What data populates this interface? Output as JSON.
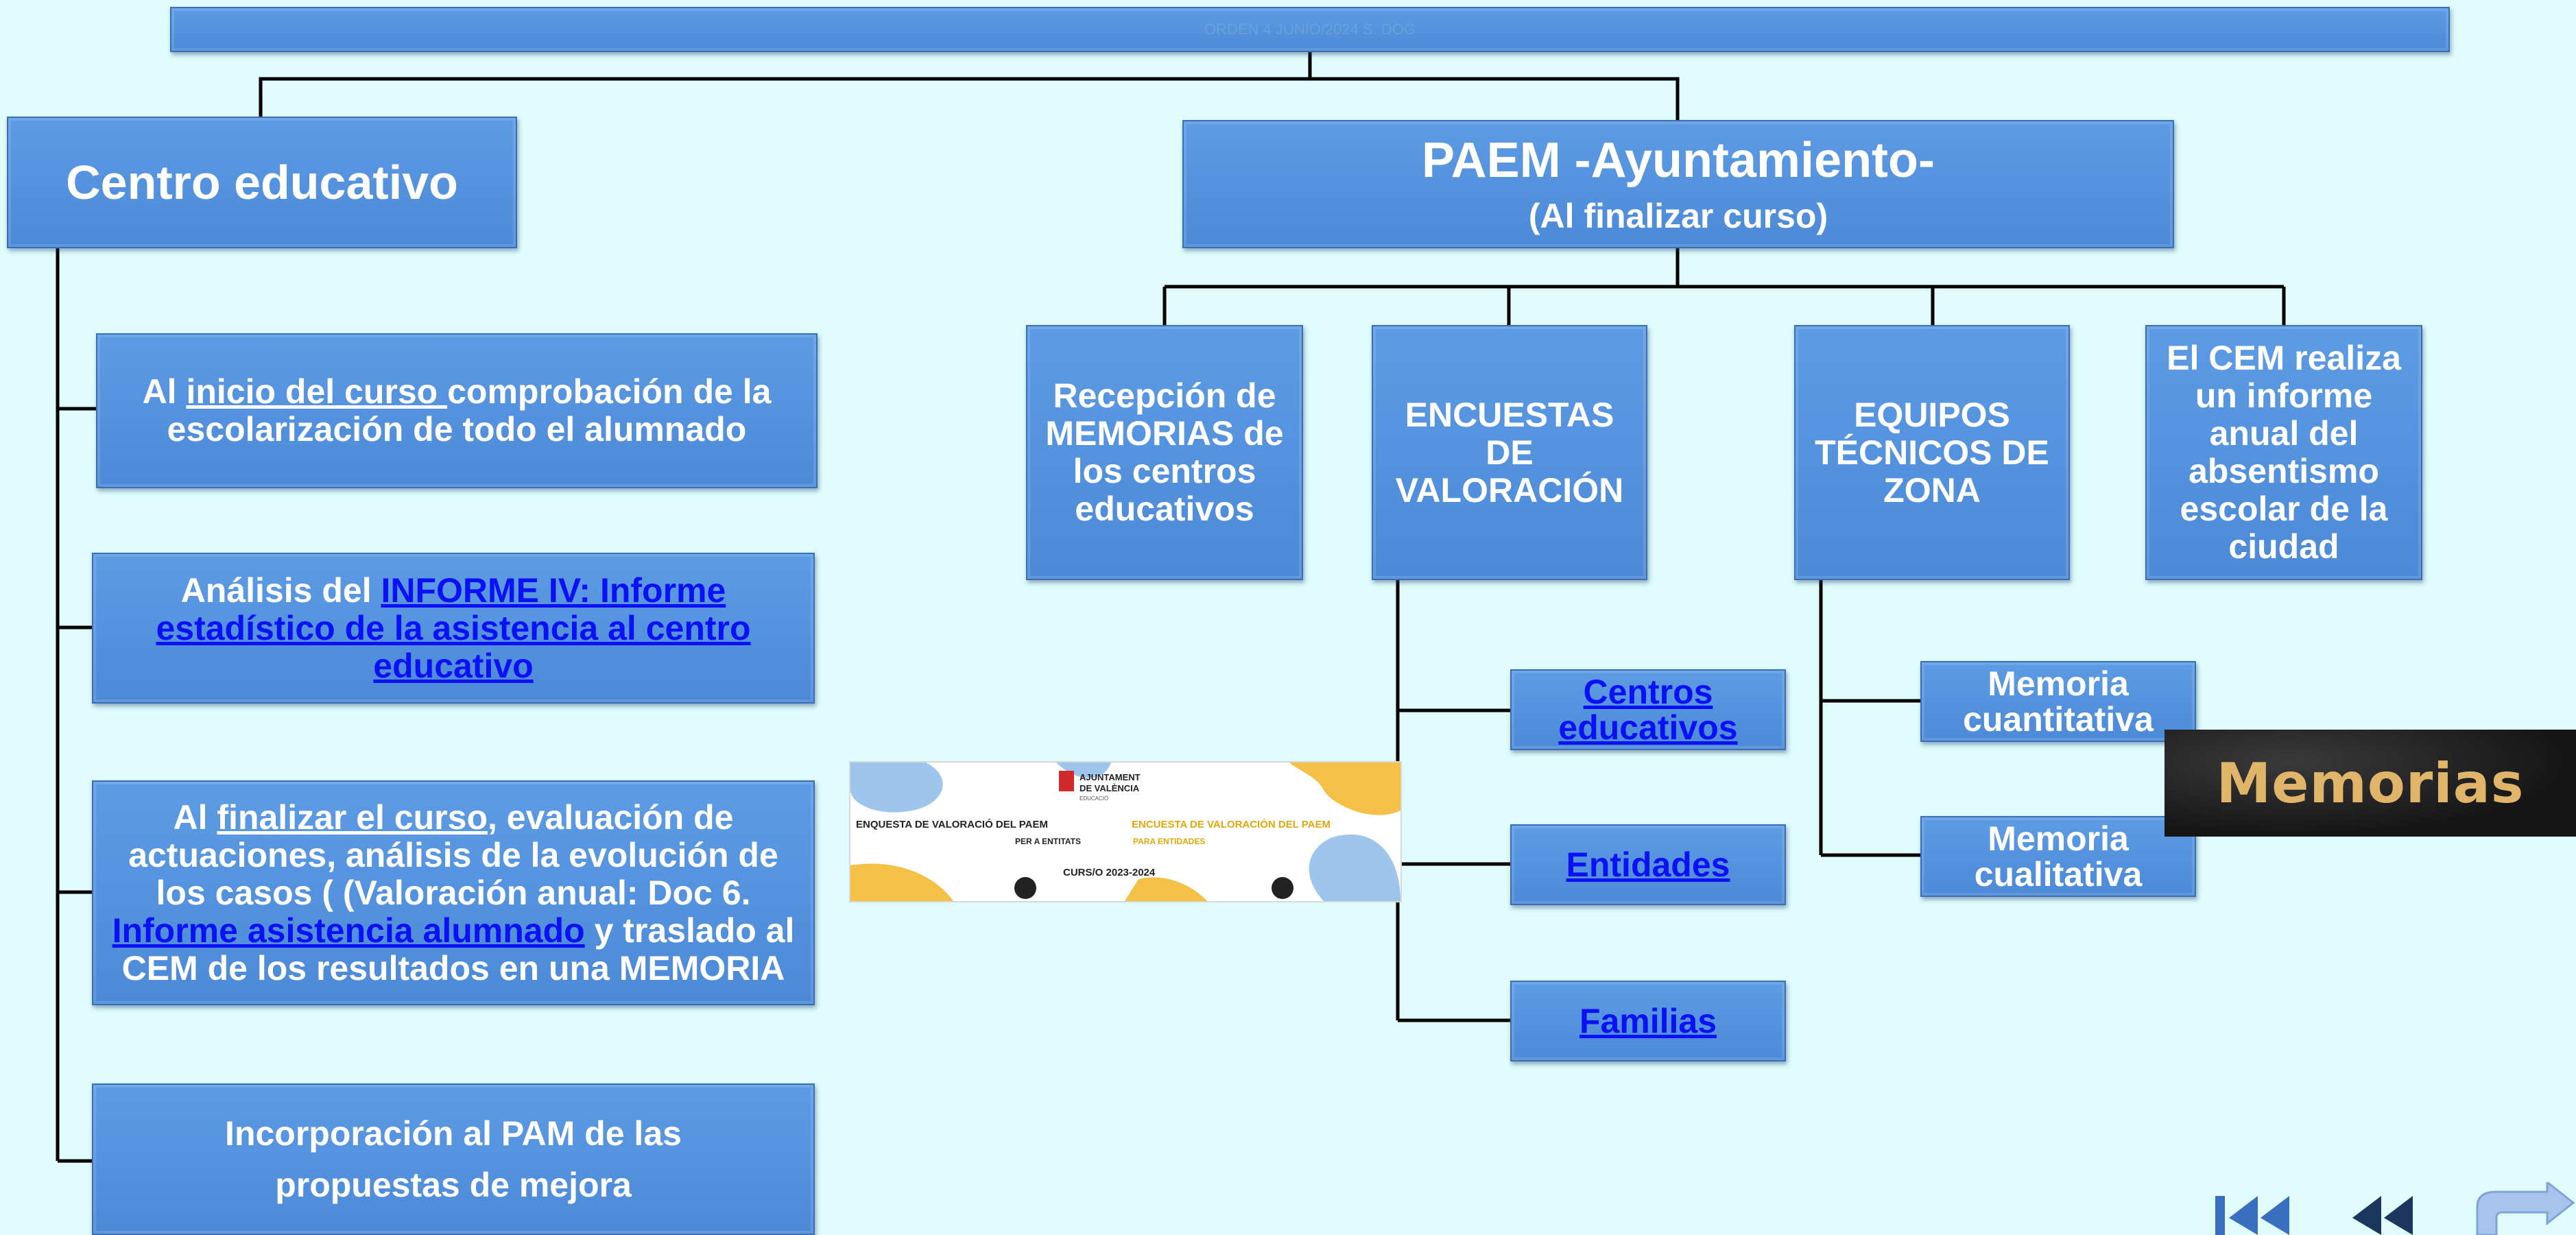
{
  "header": {
    "faint_text": "ORDEN 4 JUNIO/2024 S. DOG"
  },
  "left": {
    "title": "Centro educativo",
    "step1": {
      "pre": "Al ",
      "underlined": "inicio del curso ",
      "post": "comprobación de la escolarización de todo el alumnado"
    },
    "step2": {
      "pre": "Análisis del ",
      "link": "INFORME IV: Informe estadístico de la asistencia al centro educativo"
    },
    "step3": {
      "pre": "Al ",
      "underlined": "finalizar el curso",
      "mid": ", evaluación de actuaciones, análisis de la evolución de los casos ( (Valoración anual: Doc 6. ",
      "link": "Informe asistencia alumnado",
      "post": " y traslado al CEM  de los resultados en una MEMORIA"
    },
    "step4": {
      "line1": "Incorporación  al PAM de las",
      "line2": "propuestas de mejora"
    }
  },
  "right": {
    "title": "PAEM -Ayuntamiento-",
    "subtitle": "(Al finalizar curso)",
    "col1": "Recepción de MEMORIAS de los centros educativos",
    "col2": "ENCUESTAS DE VALORACIÓN",
    "col3": "EQUIPOS TÉCNICOS DE ZONA",
    "col4": "El CEM realiza un informe anual del absentismo escolar de la ciudad",
    "encuestas": {
      "centros": "Centros educativos",
      "entidades": "Entidades",
      "familias": "Familias"
    },
    "equipos": {
      "cuantitativa": "Memoria cuantitativa",
      "cualitativa": "Memoria cualitativa"
    }
  },
  "banner": {
    "org_line1": "AJUNTAMENT",
    "org_line2": "DE VALÈNCIA",
    "org_line3": "EDUCACIÓ",
    "val_title": "ENQUESTA DE VALORACIÓ DEL PAEM",
    "val_sub": "PER A ENTITATS",
    "es_title": "ENCUESTA DE VALORACIÓN DEL PAEM",
    "es_sub": "PARA ENTIDADES",
    "curs": "CURS/O 2023-2024"
  },
  "memorias_image_text": "Memorias",
  "colors": {
    "background": "#e0fcfc",
    "box": "#4f8fdc",
    "link": "#0b10f5",
    "connector": "#000000"
  },
  "nav": {
    "icons": [
      "first-slide-icon",
      "previous-slide-icon",
      "return-icon"
    ]
  }
}
